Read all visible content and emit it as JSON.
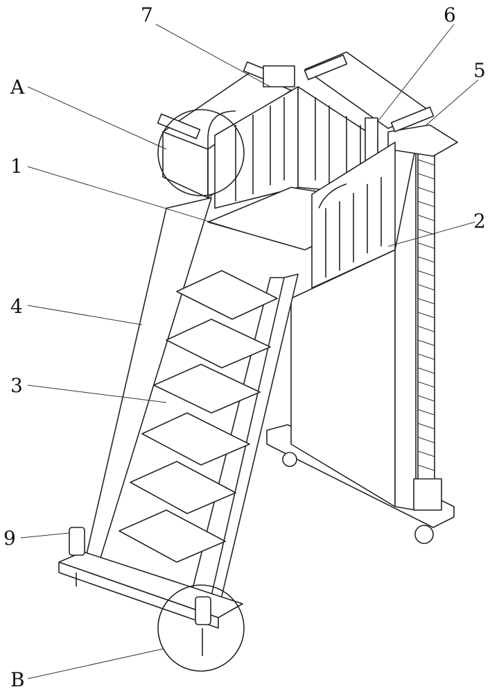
{
  "labels": {
    "l7": "7",
    "l6": "6",
    "lA": "A",
    "l5": "5",
    "l1": "1",
    "l2": "2",
    "l4": "4",
    "l3": "3",
    "l9": "9",
    "lB": "B"
  }
}
